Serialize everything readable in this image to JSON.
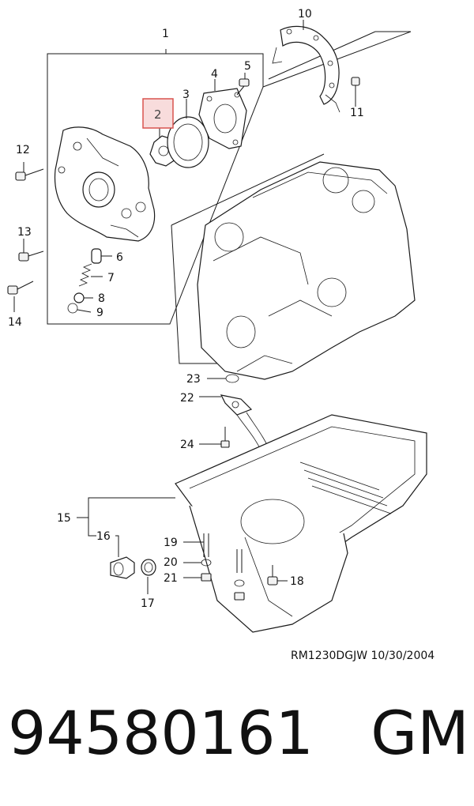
{
  "callouts": {
    "c1": "1",
    "c2": "2",
    "c3": "3",
    "c4": "4",
    "c5": "5",
    "c6": "6",
    "c7": "7",
    "c8": "8",
    "c9": "9",
    "c10": "10",
    "c11": "11",
    "c12": "12",
    "c13": "13",
    "c14": "14",
    "c15": "15",
    "c16": "16",
    "c17": "17",
    "c18": "18",
    "c19": "19",
    "c20": "20",
    "c21": "21",
    "c22": "22",
    "c23": "23",
    "c24": "24"
  },
  "drawing_ref": "RM1230DGJW  10/30/2004",
  "caption": "94580161   GM",
  "colors": {
    "highlight_border": "#d9534f",
    "highlight_fill": "#f8dcdc",
    "line": "#1a1a1a"
  }
}
